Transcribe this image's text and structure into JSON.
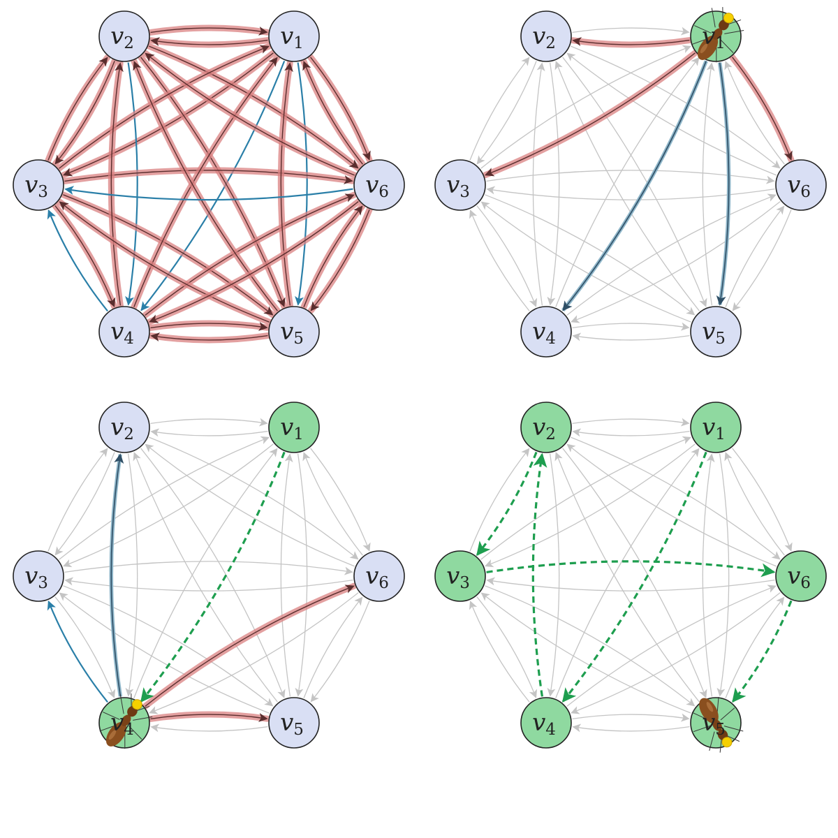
{
  "title": "Ant colony optimization on a complete directed graph",
  "colors": {
    "node_default": "#d9dff4",
    "node_visited": "#8fd9a0",
    "node_stroke": "#222222",
    "edge_gray": "#c4c4c4",
    "pheromone_band": "#d98080",
    "pheromone_line": "#5a2e2e",
    "blue": "#2a7fa8",
    "blue_dark": "#2f4f66",
    "path_green": "#1e9e4f",
    "ant_body": "#8a4f1f",
    "ant_marker": "#f5d000"
  },
  "nodes": [
    {
      "id": "1",
      "letter": "v",
      "index": "1"
    },
    {
      "id": "2",
      "letter": "v",
      "index": "2"
    },
    {
      "id": "3",
      "letter": "v",
      "index": "3"
    },
    {
      "id": "4",
      "letter": "v",
      "index": "4"
    },
    {
      "id": "5",
      "letter": "v",
      "index": "5"
    },
    {
      "id": "6",
      "letter": "v",
      "index": "6"
    }
  ],
  "panels": [
    {
      "name": "pheromone-state",
      "default_edge": "pher",
      "ant_at": null,
      "visited": [],
      "edges": {
        "2-4": "blue",
        "6-3": "blue",
        "4-3": "blue",
        "1-4": "blue",
        "1-5": "blue"
      }
    },
    {
      "name": "ant-at-v1",
      "default_edge": "gray",
      "ant_at": "1",
      "visited": [
        "1"
      ],
      "edges": {
        "1-2": "pher",
        "1-3": "pher",
        "1-6": "pher",
        "1-4": "bluedark",
        "1-5": "bluedark"
      }
    },
    {
      "name": "ant-at-v4",
      "default_edge": "gray",
      "ant_at": "4",
      "visited": [
        "1",
        "4"
      ],
      "edges": {
        "1-4": "path",
        "4-2": "bluedark",
        "4-3": "blue",
        "4-6": "pher",
        "4-5": "pher"
      }
    },
    {
      "name": "tour-complete",
      "default_edge": "gray",
      "ant_at": "5",
      "visited": [
        "1",
        "2",
        "3",
        "4",
        "5",
        "6"
      ],
      "edges": {
        "1-4": "path",
        "4-2": "path",
        "2-3": "path",
        "3-6": "path",
        "6-5": "path"
      }
    }
  ]
}
